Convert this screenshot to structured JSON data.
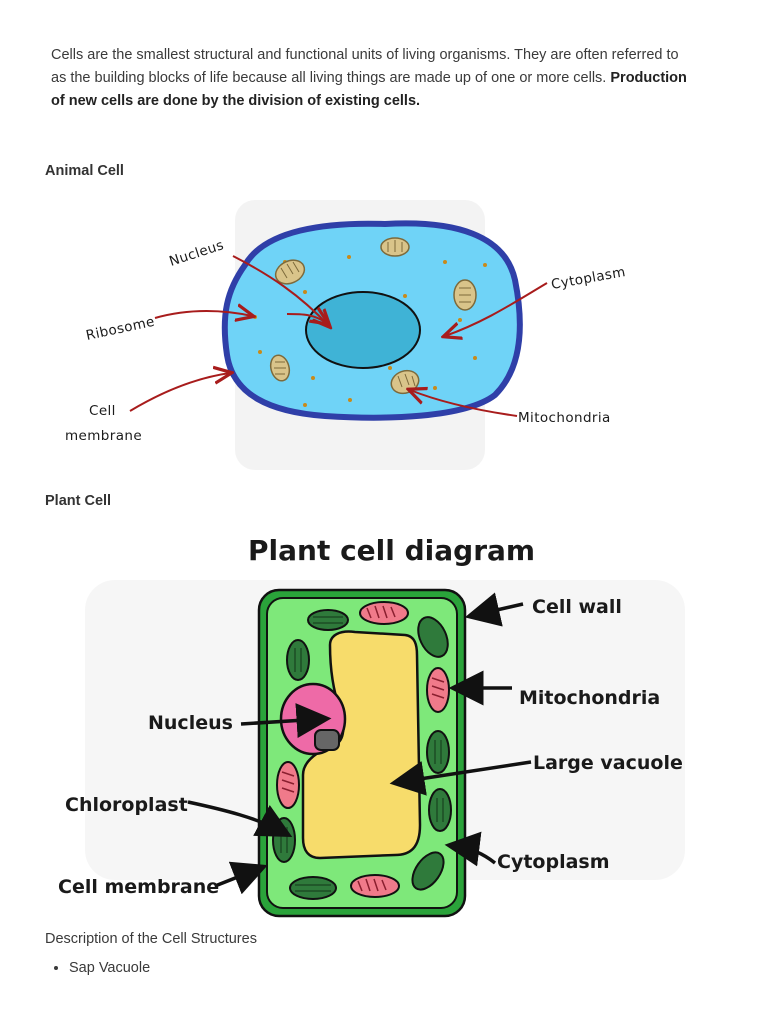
{
  "intro": {
    "text": "Cells are the smallest structural and functional units of living organisms. They are often referred to as the building blocks of life because all living things are made up of one or more cells. ",
    "bold": "Production of new cells are done by the division of existing cells."
  },
  "animal": {
    "heading": "Animal Cell",
    "labels": {
      "nucleus": "Nucleus",
      "ribosome": "Ribosome",
      "cell_membrane_1": "Cell",
      "cell_membrane_2": "membrane",
      "cytoplasm": "Cytoplasm",
      "mitochondria": "Mitochondria"
    }
  },
  "plant": {
    "heading": "Plant Cell",
    "title": "Plant cell diagram",
    "labels": {
      "cell_wall": "Cell wall",
      "mitochondria": "Mitochondria",
      "nucleus": "Nucleus",
      "large_vacuole": "Large vacuole",
      "chloroplast": "Chloroplast",
      "cytoplasm": "Cytoplasm",
      "cell_membrane": "Cell membrane"
    }
  },
  "description": {
    "heading": "Description of the Cell Structures",
    "items": [
      "Sap Vacuole"
    ]
  },
  "colors": {
    "cytoplasm_blue": "#6fd3f7",
    "membrane_blue": "#2f3fa8",
    "nucleus_blue": "#3fb3d6",
    "arrow_red": "#a81c1c",
    "plant_green": "#7ee87a",
    "wall_green": "#2aa33a",
    "vacuole_yellow": "#f7dc6b",
    "nucleus_pink": "#ee6aa7"
  }
}
